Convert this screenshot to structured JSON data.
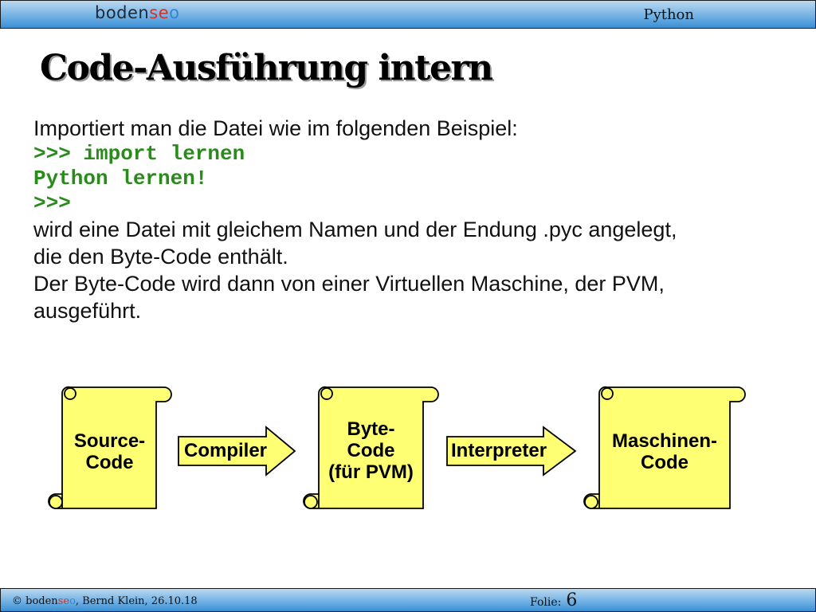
{
  "header": {
    "brand": {
      "part1": "boden",
      "part2": "se",
      "part3": "o"
    },
    "topic": "Python"
  },
  "slide": {
    "title": "Code-Ausführung intern",
    "intro": "Importiert man die Datei wie im folgenden Beispiel:",
    "code_lines": [
      ">>> import lernen",
      "Python lernen!",
      ">>>"
    ],
    "paragraph1_line1": "wird eine Datei mit gleichem Namen und der Endung .pyc angelegt,",
    "paragraph1_line2": "die den Byte-Code enthält.",
    "paragraph2_line1": "Der Byte-Code wird dann von einer Virtuellen Maschine, der PVM,",
    "paragraph2_line2": "ausgeführt."
  },
  "diagram": {
    "nodes": [
      {
        "lines": [
          "Source-",
          "Code"
        ]
      },
      {
        "lines": [
          "Byte-",
          "Code",
          "(für PVM)"
        ]
      },
      {
        "lines": [
          "Maschinen-",
          "Code"
        ]
      }
    ],
    "arrows": [
      {
        "label": "Compiler"
      },
      {
        "label": "Interpreter"
      }
    ],
    "colors": {
      "scroll_fill": "#ffff73",
      "scroll_stroke": "#000000",
      "arrow_fill": "#ffff73"
    }
  },
  "footer": {
    "copyright": "©",
    "brand": {
      "part1": "boden",
      "part2": "se",
      "part3": "o"
    },
    "author_date": ", Bernd Klein, 26.10.18",
    "folie_label": "Folie:",
    "folie_number": "6"
  },
  "colors": {
    "code_green": "#2a8a1c",
    "brand_red": "#d0332c",
    "brand_blue": "#2f86d2",
    "bar_blue": "#73b2e4"
  }
}
